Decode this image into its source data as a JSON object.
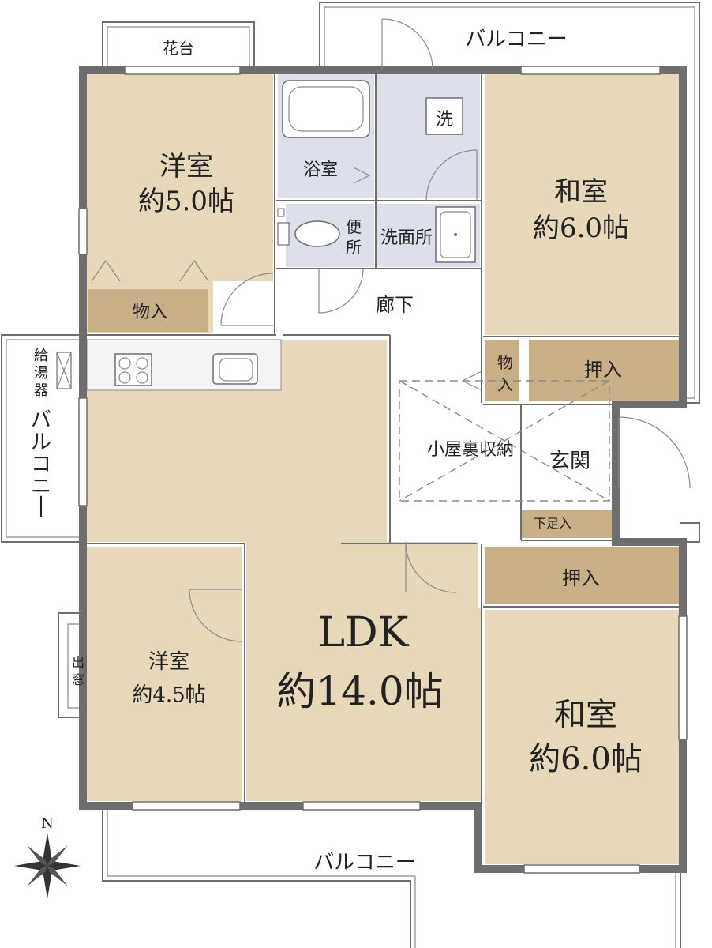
{
  "colors": {
    "room_fill": "#e6d8b8",
    "wet_fill": "#dde0ea",
    "storage_fill": "#c9af86",
    "kitchen_counter": "#f4f4f4",
    "wall": "#6e6e6e",
    "text": "#222222"
  },
  "rooms": {
    "western_5_name": "洋室",
    "western_5_size": "約5.0帖",
    "japanese_ne_name": "和室",
    "japanese_ne_size": "約6.0帖",
    "bath": "浴室",
    "washer": "洗",
    "toilet": "便\n所",
    "washroom": "洗面所",
    "hallway": "廊下",
    "closet_a": "物入",
    "closet_b": "物入",
    "oshiire_ne": "押入",
    "attic": "小屋裏収納",
    "entrance": "玄関",
    "shoe_box": "下足入",
    "oshiire_se": "押入",
    "japanese_se_name": "和室",
    "japanese_se_size": "約6.0帖",
    "ldk_name": "LDK",
    "ldk_size": "約14.0帖",
    "western_45_name": "洋室",
    "western_45_size": "約4.5帖",
    "bay_window": "出窓"
  },
  "outdoor": {
    "flower_bed": "花台",
    "balcony_top": "バルコニー",
    "balcony_left": "バルコニー",
    "balcony_bottom": "バルコニー",
    "water_heater": "給湯器"
  },
  "compass": {
    "north": "N"
  }
}
